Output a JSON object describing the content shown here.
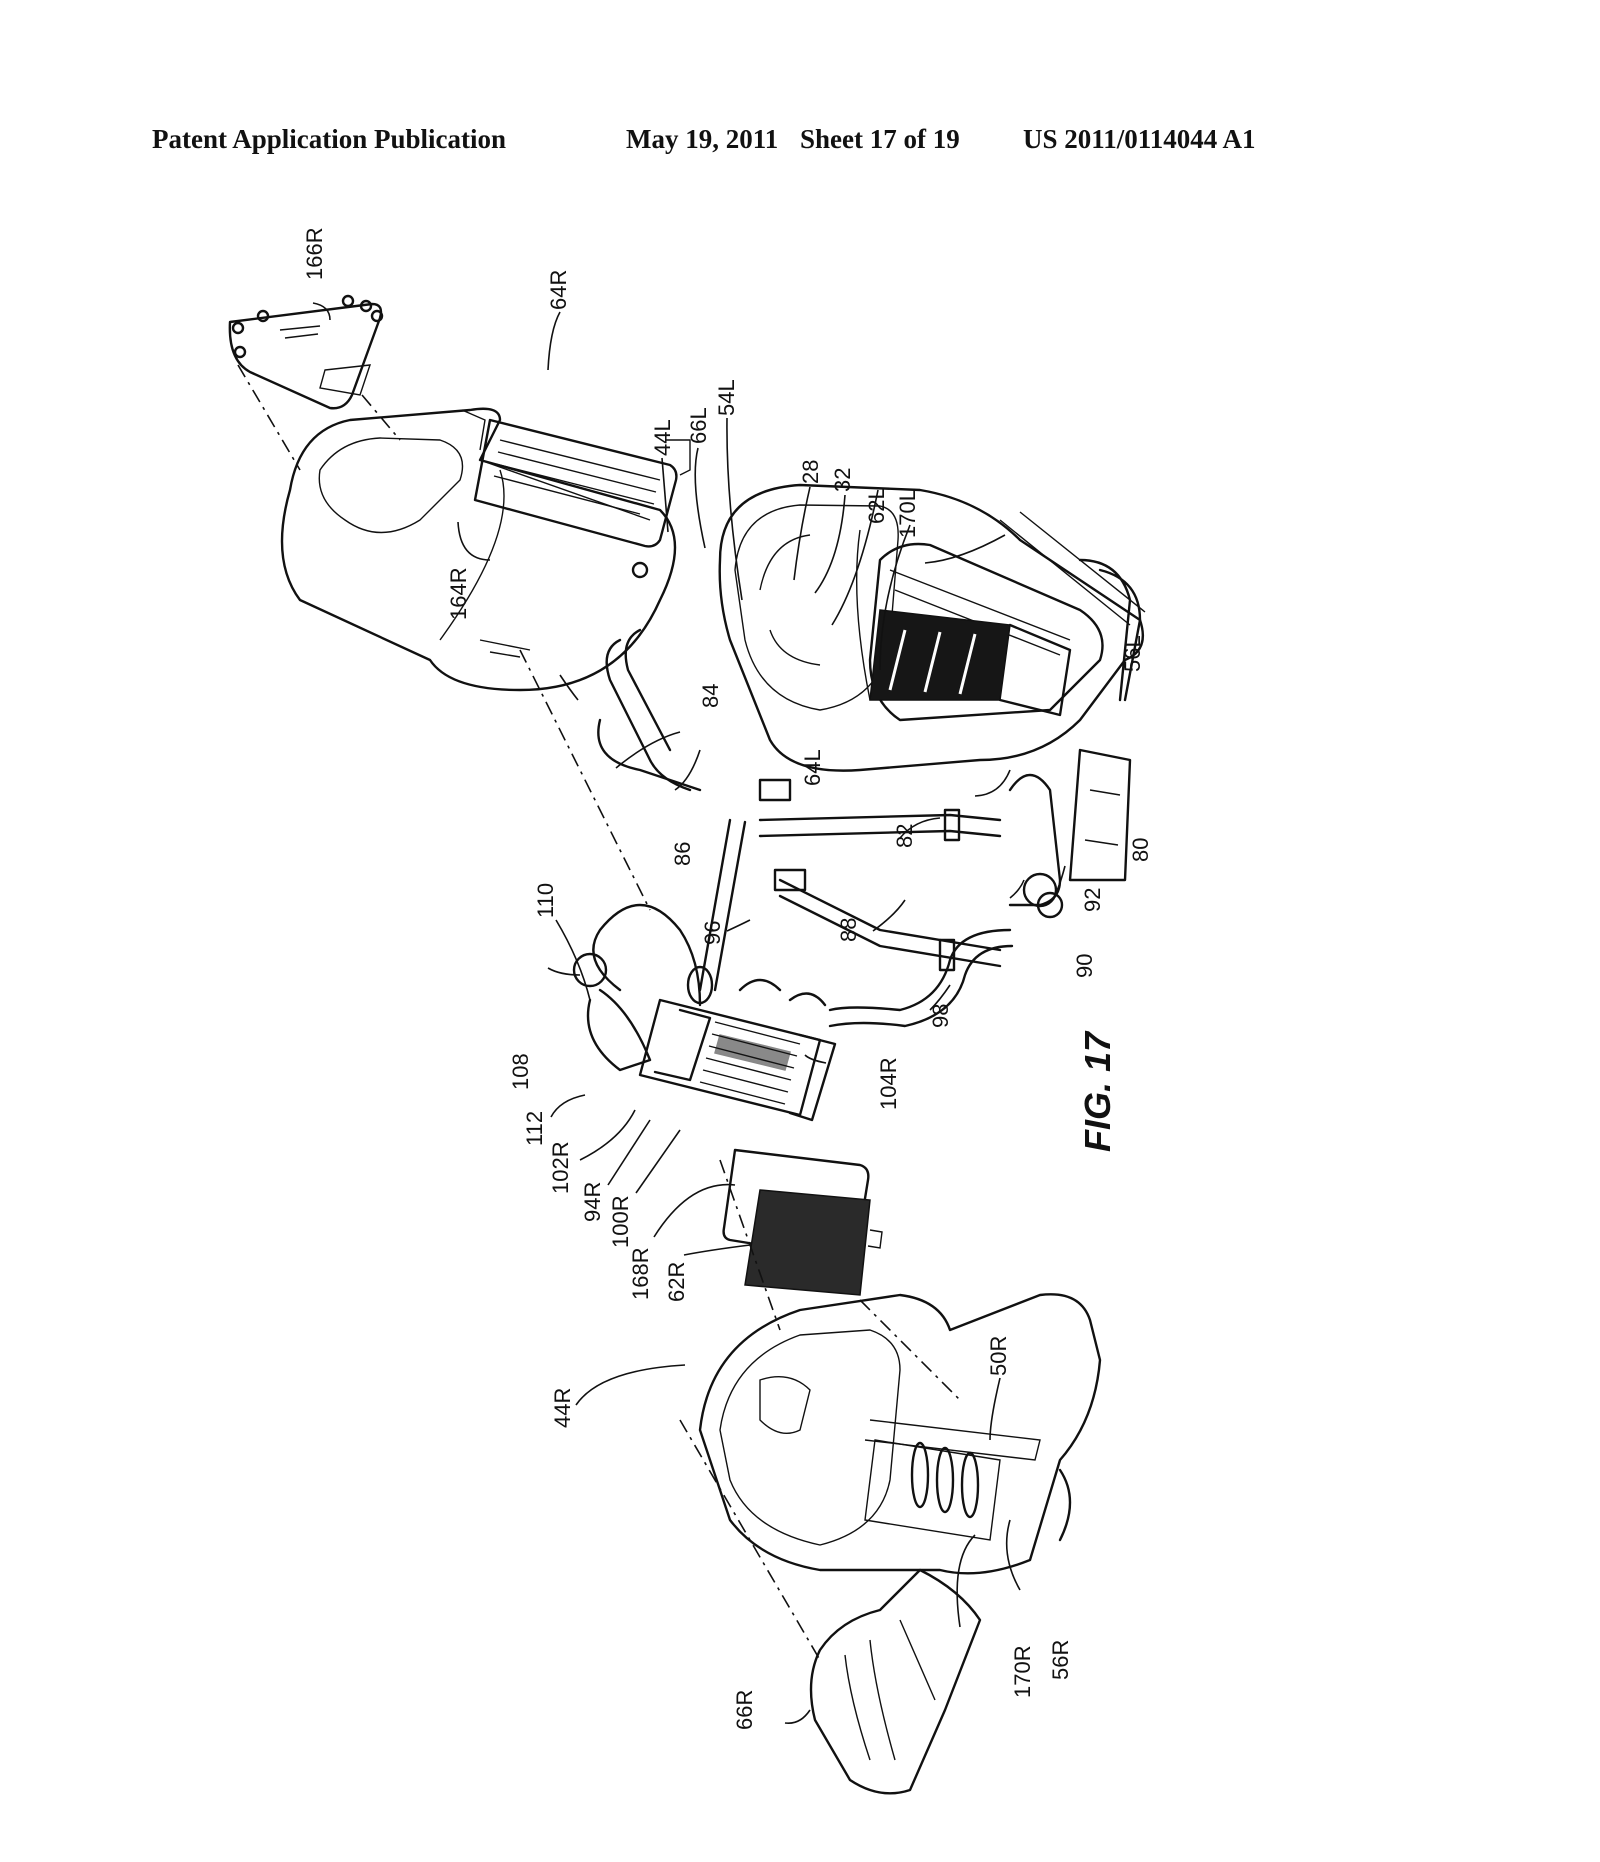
{
  "header": {
    "publication": "Patent Application Publication",
    "date": "May 19, 2011",
    "sheet": "Sheet 17 of 19",
    "number": "US 2011/0114044 A1"
  },
  "figure": {
    "title": "FIG. 17",
    "labels": {
      "l166R": "166R",
      "l64R": "64R",
      "l44L": "44L",
      "l66L": "66L",
      "l54L": "54L",
      "l28": "28",
      "l32": "32",
      "l62L": "62L",
      "l170L": "170L",
      "l56L": "56L",
      "l164R": "164R",
      "l84": "84",
      "l64L": "64L",
      "l82": "82",
      "l80": "80",
      "l86": "86",
      "l96": "96",
      "l88": "88",
      "l92": "92",
      "l90": "90",
      "l110": "110",
      "l108": "108",
      "l98": "98",
      "l112": "112",
      "l102R": "102R",
      "l104R": "104R",
      "l94R": "94R",
      "l100R": "100R",
      "l168R": "168R",
      "l62R": "62R",
      "l50R": "50R",
      "l44R": "44R",
      "l170R": "170R",
      "l56R": "56R",
      "l66R": "66R"
    }
  }
}
